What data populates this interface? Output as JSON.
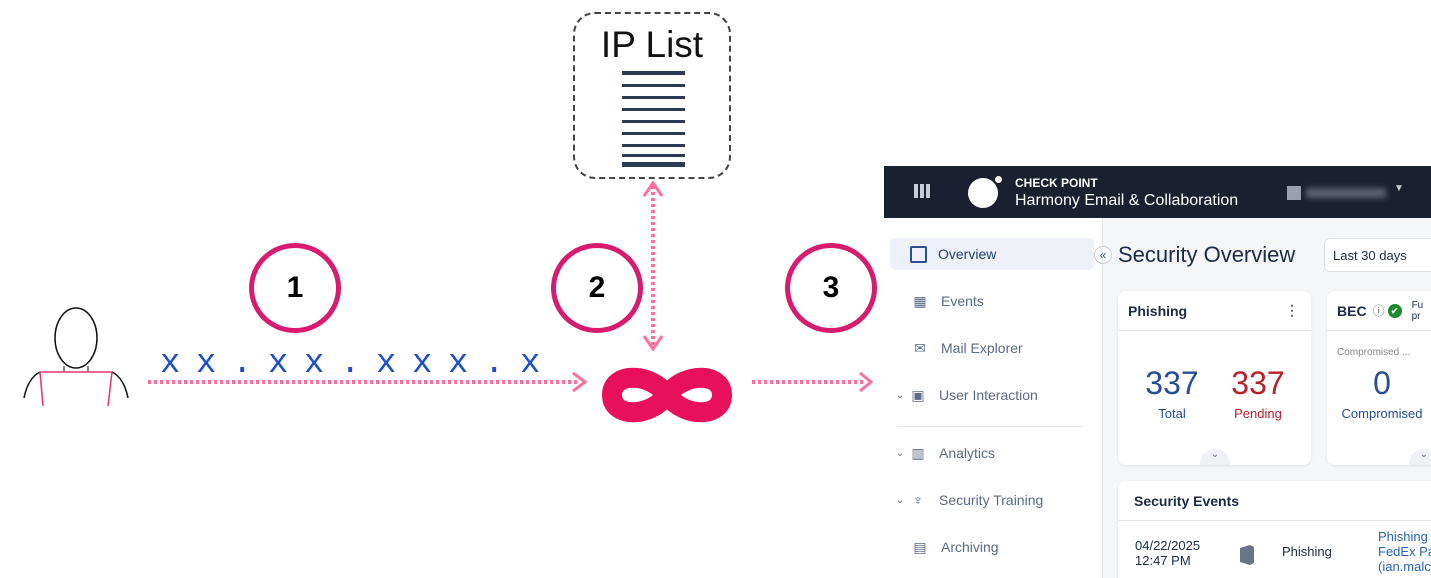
{
  "diagram": {
    "ip_list_title": "IP List",
    "steps": [
      "1",
      "2",
      "3"
    ],
    "ip_text": "xx.xx.xxx.x",
    "colors": {
      "accent": "#d81b6e",
      "arrow": "#ff6f9a",
      "ip_text": "#1a4fd0",
      "logo": "#e8105a"
    }
  },
  "app": {
    "brand": "CHECK POINT",
    "product": "Harmony Email & Collaboration",
    "page_title": "Security Overview",
    "date_filter": "Last 30 days",
    "sidebar": [
      {
        "label": "Overview",
        "icon": "dashboard-icon"
      },
      {
        "label": "Events",
        "icon": "calendar-icon"
      },
      {
        "label": "Mail Explorer",
        "icon": "mail-search-icon"
      },
      {
        "label": "User Interaction",
        "icon": "user-interaction-icon"
      },
      {
        "label": "Analytics",
        "icon": "analytics-icon"
      },
      {
        "label": "Security Training",
        "icon": "trophy-icon"
      },
      {
        "label": "Archiving",
        "icon": "archive-icon"
      }
    ],
    "phishing_card": {
      "title": "Phishing",
      "total": "337",
      "total_label": "Total",
      "pending": "337",
      "pending_label": "Pending"
    },
    "bec_card": {
      "title": "BEC",
      "side_text": "Fu pr",
      "sub": "Compromised ...",
      "value": "0",
      "value_label": "Compromised"
    },
    "security_events": {
      "title": "Security Events",
      "row": {
        "date": "04/22/2025",
        "time": "12:47 PM",
        "type": "Phishing",
        "desc1": "Phishing",
        "desc2": "FedEx Pa",
        "desc3": "(ian.malc"
      }
    }
  }
}
